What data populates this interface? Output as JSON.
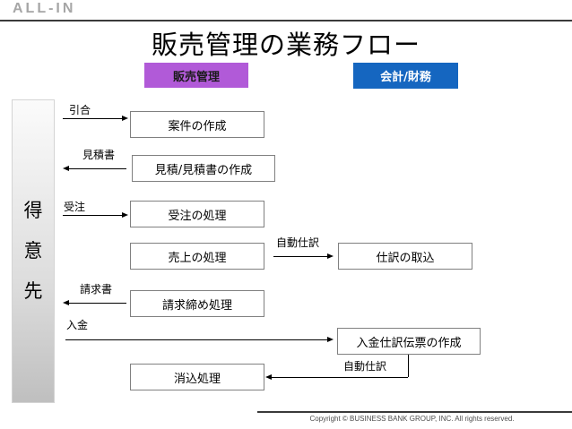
{
  "header": {
    "brand": "ALL-IN",
    "title": "販売管理の業務フロー"
  },
  "lanes": {
    "sales_badge": "販売管理",
    "finance_badge": "会計/財務",
    "customer_label_chars": [
      "得",
      "意",
      "先"
    ],
    "customer_label": "得意先",
    "colors": {
      "sales_badge_bg": "#b15ad8",
      "finance_badge_bg": "#1566c0",
      "rule": "#3a3a3a",
      "box_border": "#808080"
    }
  },
  "process_boxes": {
    "sales": [
      {
        "label": "案件の作成"
      },
      {
        "label": "見積/見積書の作成"
      },
      {
        "label": "受注の処理"
      },
      {
        "label": "売上の処理"
      },
      {
        "label": "請求締め処理"
      },
      {
        "label": "消込処理"
      }
    ],
    "finance": [
      {
        "label": "仕訳の取込"
      },
      {
        "label": "入金仕訳伝票の作成"
      }
    ]
  },
  "flow_labels": {
    "inquiry": "引合",
    "quotation": "見積書",
    "order": "受注",
    "auto_journal_sales": "自動仕訳",
    "invoice": "請求書",
    "payment": "入金",
    "auto_journal_payment": "自動仕訳"
  },
  "footer": {
    "copyright": "Copyright © BUSINESS BANK GROUP, INC. All rights reserved."
  }
}
